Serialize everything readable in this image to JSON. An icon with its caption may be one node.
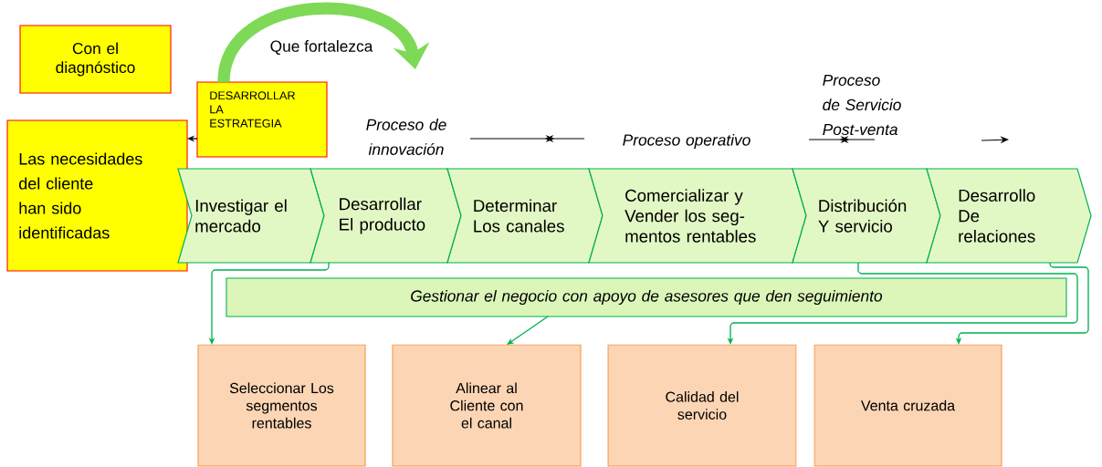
{
  "diagram": {
    "nodes": [
      {
        "text": [
          "Con el diagnóstico"
        ]
      },
      {
        "text": [
          "DESARROLLAR LA ESTRATEGIA"
        ]
      },
      {
        "text": [
          "Las necesidades del cliente han sido identificadas"
        ]
      },
      {
        "text": [
          "Investigar el mercado"
        ]
      },
      {
        "text": [
          "Desarrollar El producto"
        ]
      },
      {
        "text": [
          "Determinar Los canales"
        ]
      },
      {
        "text": [
          "Comercializar y Vender los seg- mentos rentables"
        ]
      },
      {
        "text": [
          "Distribución Y servicio"
        ]
      },
      {
        "text": [
          "Desarrollo De relaciones"
        ]
      },
      {
        "text": [
          "Gestionar el negocio con apoyo de asesores que den seguimiento"
        ]
      },
      {
        "text": [
          "Seleccionar Los segmentos rentables"
        ]
      },
      {
        "text": [
          "Alinear al Cliente con el canal"
        ]
      },
      {
        "text": [
          "Calidad del servicio"
        ]
      },
      {
        "text": [
          "Venta cruzada"
        ]
      }
    ],
    "edges": [
      {
        "from": 1,
        "to": 2,
        "arrow": "to",
        "color": "#000000"
      },
      {
        "from": 1,
        "to": null,
        "arrow": "to",
        "label": "Que fortalezca",
        "style": "thick",
        "color": "#7ed957"
      },
      {
        "from": 4,
        "to": 10,
        "arrow": "to"
      },
      {
        "from": 9,
        "to": 11,
        "arrow": "to"
      },
      {
        "from": 7,
        "to": 12,
        "arrow": "to"
      },
      {
        "from": 8,
        "to": 13,
        "arrow": "to"
      }
    ],
    "labels": [
      "Proceso de innovación",
      "Proceso operativo",
      "Proceso de Servicio Post-venta"
    ]
  }
}
